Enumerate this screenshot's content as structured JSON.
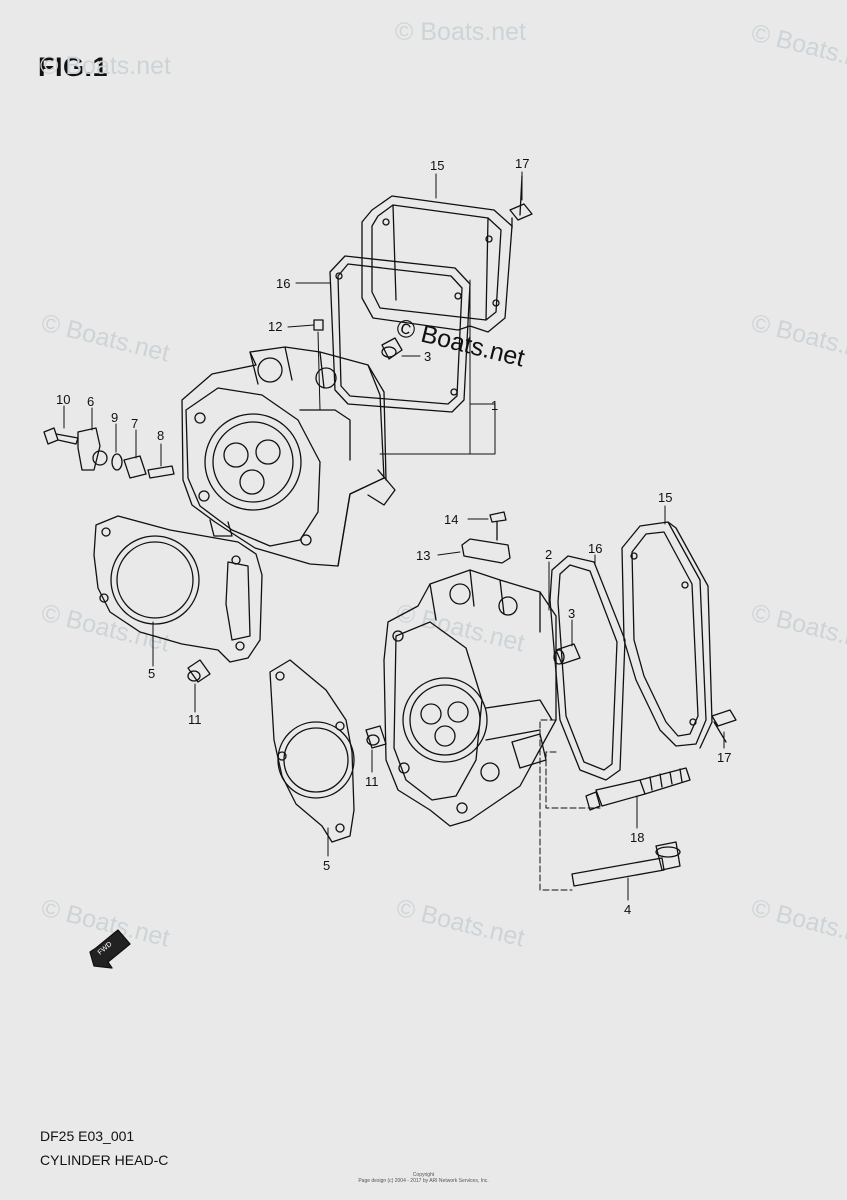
{
  "figure": {
    "label": "FIG.1"
  },
  "watermark": {
    "small_text": "© Boats.net",
    "large_text": "© Boats.net"
  },
  "callouts": {
    "c15a": "15",
    "c17a": "17",
    "c16a": "16",
    "c12": "12",
    "c3a": "3",
    "c1": "1",
    "c10": "10",
    "c6": "6",
    "c9": "9",
    "c7": "7",
    "c8": "8",
    "c5a": "5",
    "c11a": "11",
    "c14": "14",
    "c13": "13",
    "c2": "2",
    "c16b": "16",
    "c15b": "15",
    "c3b": "3",
    "c17b": "17",
    "c11b": "11",
    "c5b": "5",
    "c18": "18",
    "c4": "4"
  },
  "fwd_badge": {
    "label": "FWD"
  },
  "footer": {
    "code": "DF25 E03_001",
    "name": "CYLINDER HEAD-C",
    "copyright_title": "Copyright",
    "copyright_line": "Page design (c) 2004 - 2017 by ARI Network Services, Inc."
  }
}
